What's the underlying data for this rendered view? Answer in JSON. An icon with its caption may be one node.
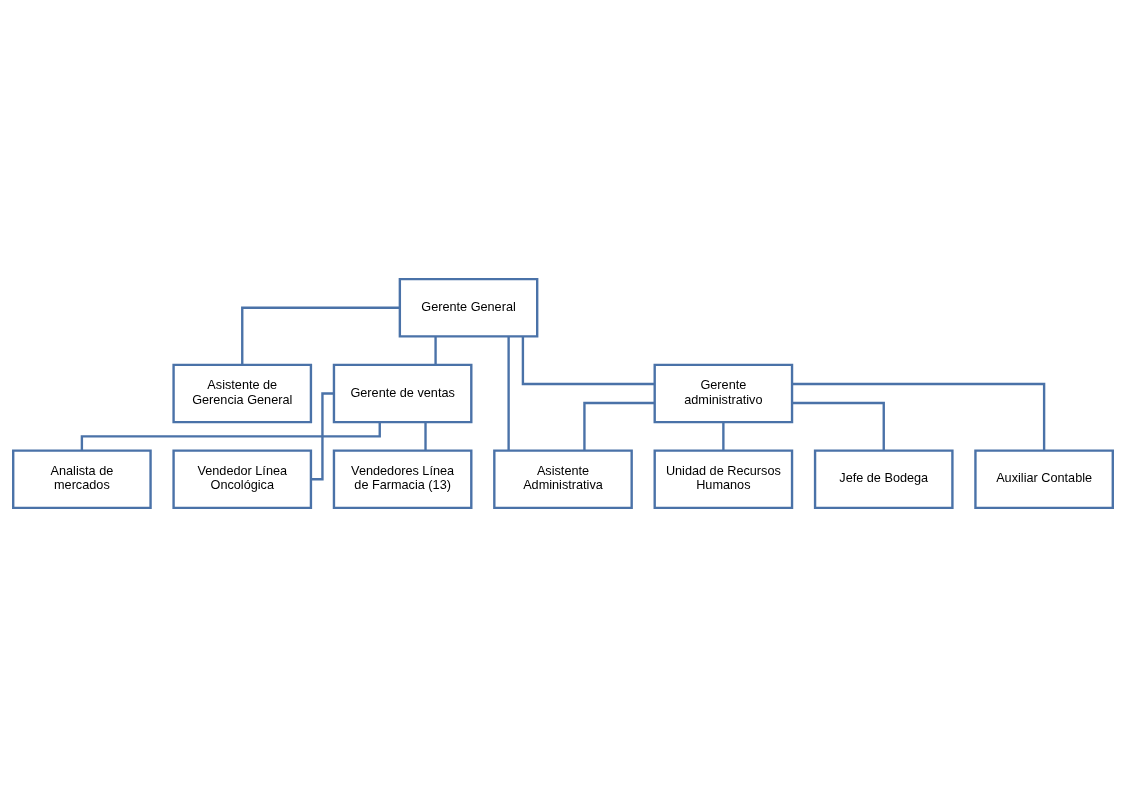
{
  "diagram": {
    "nodes": [
      {
        "text": [
          "Gerente General"
        ]
      },
      {
        "text": [
          "Asistente de Gerencia General"
        ]
      },
      {
        "text": [
          "Gerente de ventas"
        ]
      },
      {
        "text": [
          "Gerente administrativo"
        ]
      },
      {
        "text": [
          "Analista de mercados"
        ]
      },
      {
        "text": [
          "Asistente Administrativa"
        ]
      },
      {
        "text": [
          "Unidad de Recursos Humanos"
        ]
      },
      {
        "text": [
          "Vendedor Línea Oncológica"
        ]
      },
      {
        "text": [
          "Vendedores Línea de Farmacia (13)"
        ]
      },
      {
        "text": [
          "Jefe de Bodega"
        ]
      },
      {
        "text": [
          "Auxiliar Contable"
        ]
      }
    ],
    "edges": [
      {
        "from": 0,
        "to": 1,
        "arrow": "none"
      },
      {
        "from": 0,
        "to": 2,
        "arrow": "none"
      },
      {
        "from": 0,
        "to": 3,
        "arrow": "none"
      },
      {
        "from": 0,
        "to": 5,
        "arrow": "none"
      },
      {
        "from": 2,
        "to": 4,
        "arrow": "none"
      },
      {
        "from": 2,
        "to": 7,
        "arrow": "none"
      },
      {
        "from": 2,
        "to": 8,
        "arrow": "none"
      },
      {
        "from": 3,
        "to": 5,
        "arrow": "none"
      },
      {
        "from": 3,
        "to": 6,
        "arrow": "none"
      },
      {
        "from": 3,
        "to": 9,
        "arrow": "none"
      },
      {
        "from": 3,
        "to": 10,
        "arrow": "none"
      }
    ]
  }
}
